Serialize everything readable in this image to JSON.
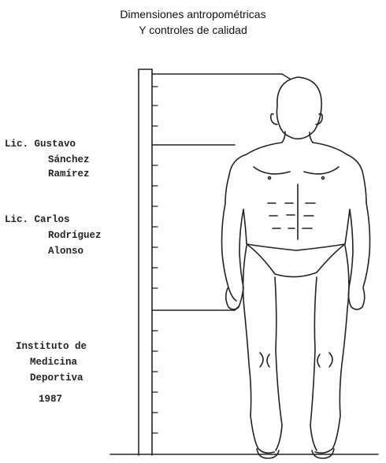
{
  "header": {
    "title_line1": "Dimensiones antropométricas",
    "title_line2": "Y controles de calidad"
  },
  "credits": {
    "author1": [
      "Lic. Gustavo",
      "Sánchez",
      "Ramírez"
    ],
    "author2": [
      "Lic. Carlos",
      "Rodríguez",
      "Alonso"
    ],
    "institution": [
      "Instituto de",
      "Medicina",
      "Deportiva"
    ],
    "year": "1987"
  }
}
